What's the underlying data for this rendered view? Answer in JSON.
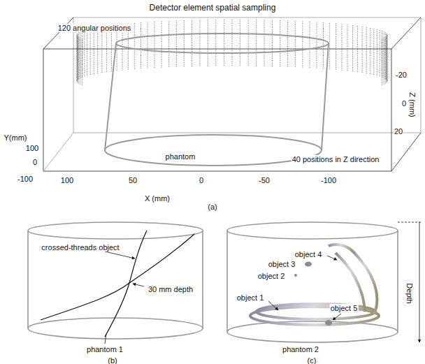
{
  "diagram": {
    "title": "Detector element spatial sampling",
    "labels": [
      "120 angular positions",
      "100",
      "0",
      "-100",
      "Y(mm)",
      "phantom",
      "X (mm)",
      "100",
      "50",
      "0",
      "-50",
      "-100",
      "-20",
      "0",
      "20",
      "Z (mm)",
      "40 positions in Z direction",
      "(a)",
      "crossed-threads object",
      "30 mm depth",
      "phantom 1",
      "(b)",
      "object 4",
      "object 3",
      "object 2",
      "object 1",
      "object 5",
      "Depth",
      "phantom 2",
      "(c)"
    ]
  }
}
